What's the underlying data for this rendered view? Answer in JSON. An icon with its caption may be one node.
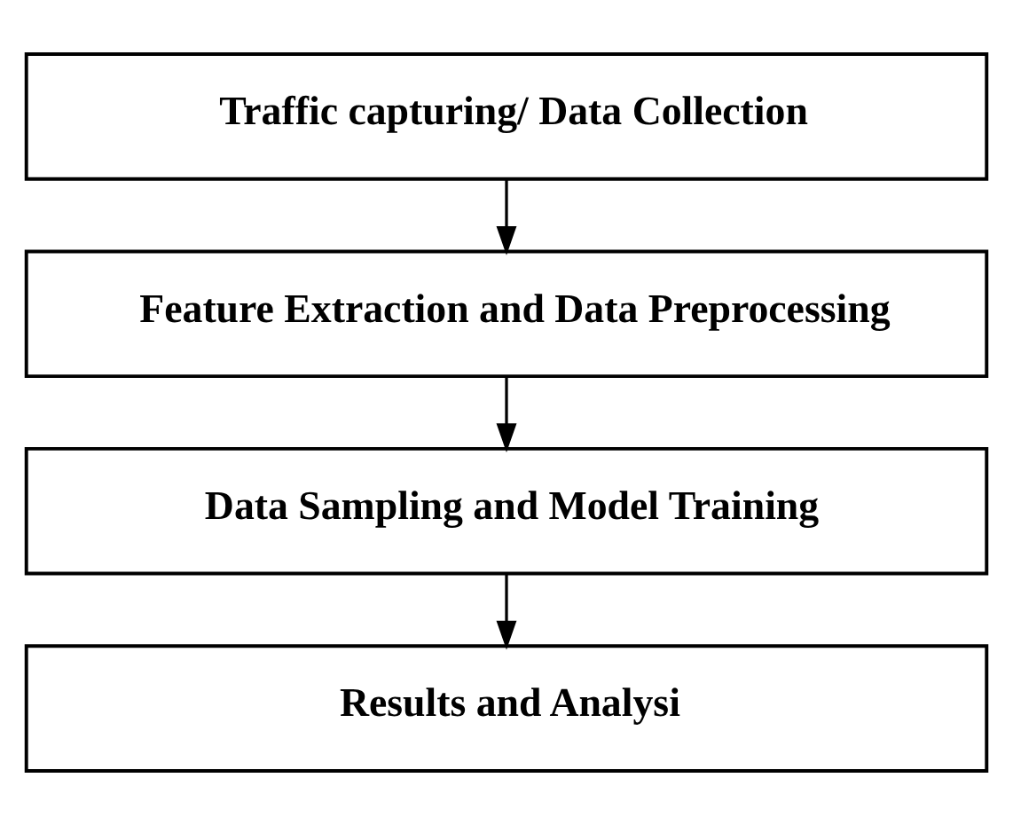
{
  "diagram": {
    "nodes": [
      {
        "text": [
          "Traffic capturing/ Data Collection"
        ]
      },
      {
        "text": [
          "Feature Extraction and Data Preprocessing"
        ]
      },
      {
        "text": [
          "Data Sampling and Model Training"
        ]
      },
      {
        "text": [
          "Results and Analysi"
        ]
      }
    ],
    "edges": [
      {
        "from": 0,
        "to": 1,
        "arrow": "to"
      },
      {
        "from": 1,
        "to": 2,
        "arrow": "to"
      },
      {
        "from": 2,
        "to": 3,
        "arrow": "to"
      }
    ]
  }
}
